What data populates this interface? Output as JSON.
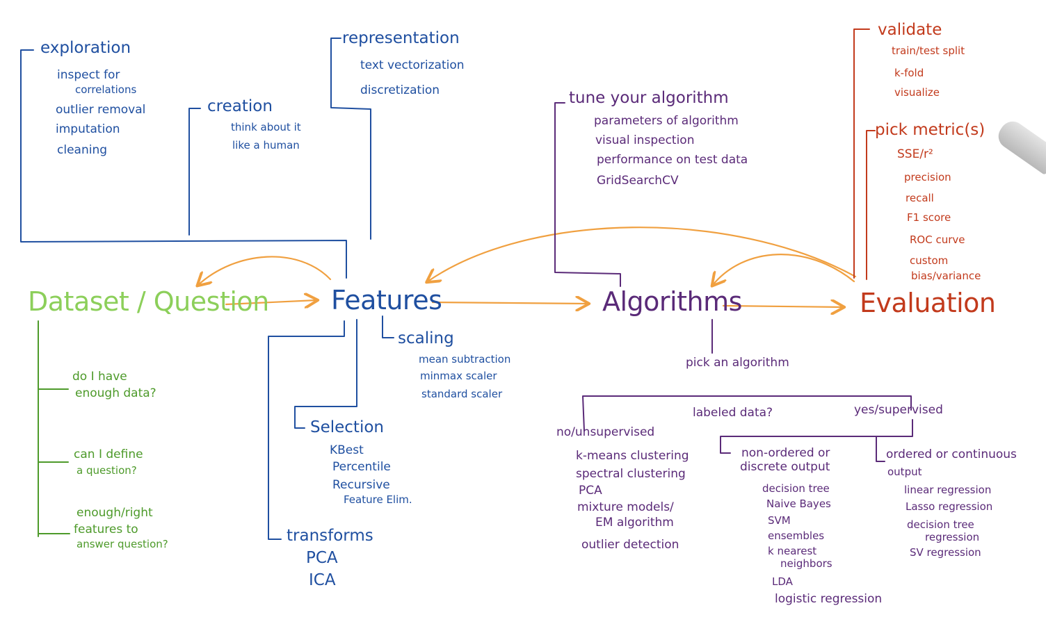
{
  "nodes": {
    "dataset": "Dataset / Question",
    "features": "Features",
    "algorithms": "Algorithms",
    "evaluation": "Evaluation"
  },
  "features_top": {
    "exploration": {
      "title": "exploration",
      "items": [
        "inspect for",
        "correlations",
        "outlier removal",
        "imputation",
        "cleaning"
      ]
    },
    "creation": {
      "title": "creation",
      "items": [
        "think about it",
        "like a human"
      ]
    },
    "representation": {
      "title": "representation",
      "items": [
        "text vectorization",
        "discretization"
      ]
    }
  },
  "features_bottom": {
    "scaling": {
      "title": "scaling",
      "items": [
        "mean subtraction",
        "minmax scaler",
        "standard scaler"
      ]
    },
    "selection": {
      "title": "Selection",
      "items": [
        "KBest",
        "Percentile",
        "Recursive",
        "Feature Elim."
      ]
    },
    "transforms": {
      "title": "transforms",
      "items": [
        "PCA",
        "ICA"
      ]
    }
  },
  "dataset_questions": [
    "do I have",
    "enough data?",
    "can I define",
    "a question?",
    "enough/right",
    "features to",
    "answer question?"
  ],
  "tune": {
    "title": "tune your algorithm",
    "items": [
      "parameters of algorithm",
      "visual inspection",
      "performance on test data",
      "GridSearchCV"
    ]
  },
  "pick": {
    "title": "pick an algorithm",
    "labeled": "labeled data?",
    "unsupervised": {
      "title": "no/unsupervised",
      "items": [
        "k-means clustering",
        "spectral clustering",
        "PCA",
        "mixture models/",
        "EM algorithm",
        "outlier detection"
      ]
    },
    "supervised": "yes/supervised",
    "discrete": {
      "title1": "non-ordered or",
      "title2": "discrete output",
      "items": [
        "decision tree",
        "Naive Bayes",
        "SVM",
        "ensembles",
        "k nearest",
        "neighbors",
        "LDA",
        "logistic regression"
      ]
    },
    "continuous": {
      "title1": "ordered or continuous",
      "title2": "output",
      "items": [
        "linear regression",
        "Lasso regression",
        "decision tree",
        "regression",
        "SV regression"
      ]
    }
  },
  "validate": {
    "title": "validate",
    "items": [
      "train/test split",
      "k-fold",
      "visualize"
    ]
  },
  "metrics": {
    "title": "pick metric(s)",
    "items": [
      "SSE/r²",
      "precision",
      "recall",
      "F1 score",
      "ROC curve",
      "custom",
      "bias/variance"
    ]
  },
  "colors": {
    "dataset": "#8ccf5a",
    "features": "#1f4fa0",
    "algorithms": "#5a2a78",
    "evaluation": "#c23a1c",
    "arrows": "#f0a040",
    "questions": "#4d9a2a"
  }
}
